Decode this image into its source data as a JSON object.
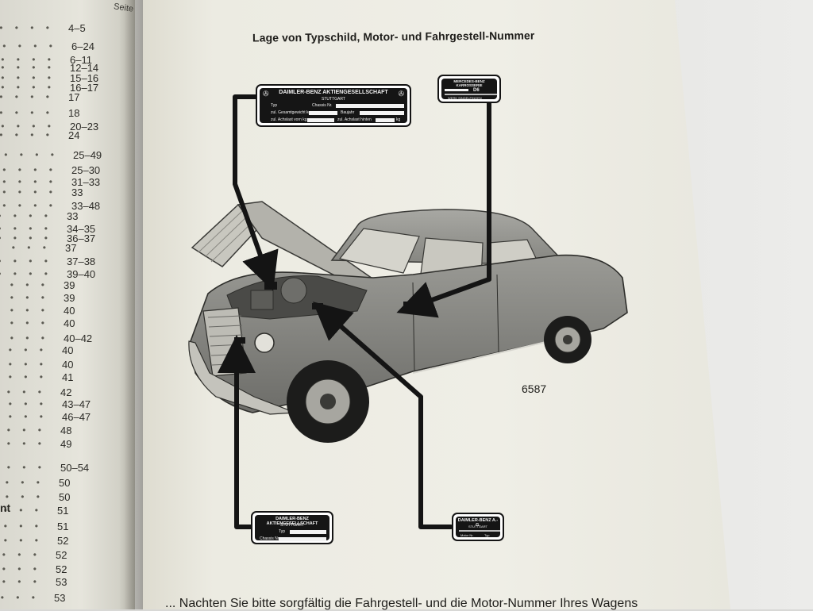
{
  "left_page": {
    "seite_label": "Seite",
    "toc_numbers": [
      "4–5",
      "6–24",
      "6–11",
      "12–14",
      "15–16",
      "16–17",
      "17",
      "18",
      "20–23",
      "24",
      "25–49",
      "25–30",
      "31–33",
      "33",
      "33–48",
      "33",
      "34–35",
      "36–37",
      "37",
      "37–38",
      "39–40",
      "39",
      "39",
      "40",
      "40",
      "40–42",
      "40",
      "40",
      "41",
      "42",
      "43–47",
      "46–47",
      "48",
      "49",
      "50–54",
      "50",
      "50",
      "51",
      "51",
      "52",
      "52",
      "52",
      "53",
      "53"
    ],
    "stray_text": "nt"
  },
  "right_page": {
    "heading": "Lage von Typschild, Motor- und Fahrgestell-Nummer",
    "figure_number": "6587",
    "bottom_text": "... Nachten Sie bitte sorgfältig die Fahrgestell- und die Motor-Nummer Ihres Wagens"
  },
  "plates": {
    "top_left": {
      "title": "DAIMLER-BENZ AKTIENGESELLSCHAFT",
      "subtitle": "STUTTGART",
      "fields": [
        "Typ",
        "Chassis Nr.",
        "zul. Gesamtgewicht kg",
        "Baujahr",
        "zul. Achslast vorn kg",
        "zul. Achslast hinten",
        "kg"
      ]
    },
    "top_right": {
      "title": "MERCEDES-BENZ KARROSSERIE",
      "line2": "D6",
      "line3": "WERK SINDELFINGEN"
    },
    "bottom_left": {
      "title": "DAIMLER-BENZ AKTIENGESELLSCHAFT",
      "subtitle": "STUTTGART",
      "fields": [
        "Typ",
        "Chassis Nr."
      ]
    },
    "bottom_right": {
      "title": "DAIMLER-BENZ A.-G.",
      "subtitle": "STUTTGART",
      "fields": [
        "Motor Nr.",
        "Typ"
      ]
    }
  },
  "colors": {
    "page": "#efeee6",
    "ink": "#141414",
    "car_body": "#8a8a86"
  }
}
